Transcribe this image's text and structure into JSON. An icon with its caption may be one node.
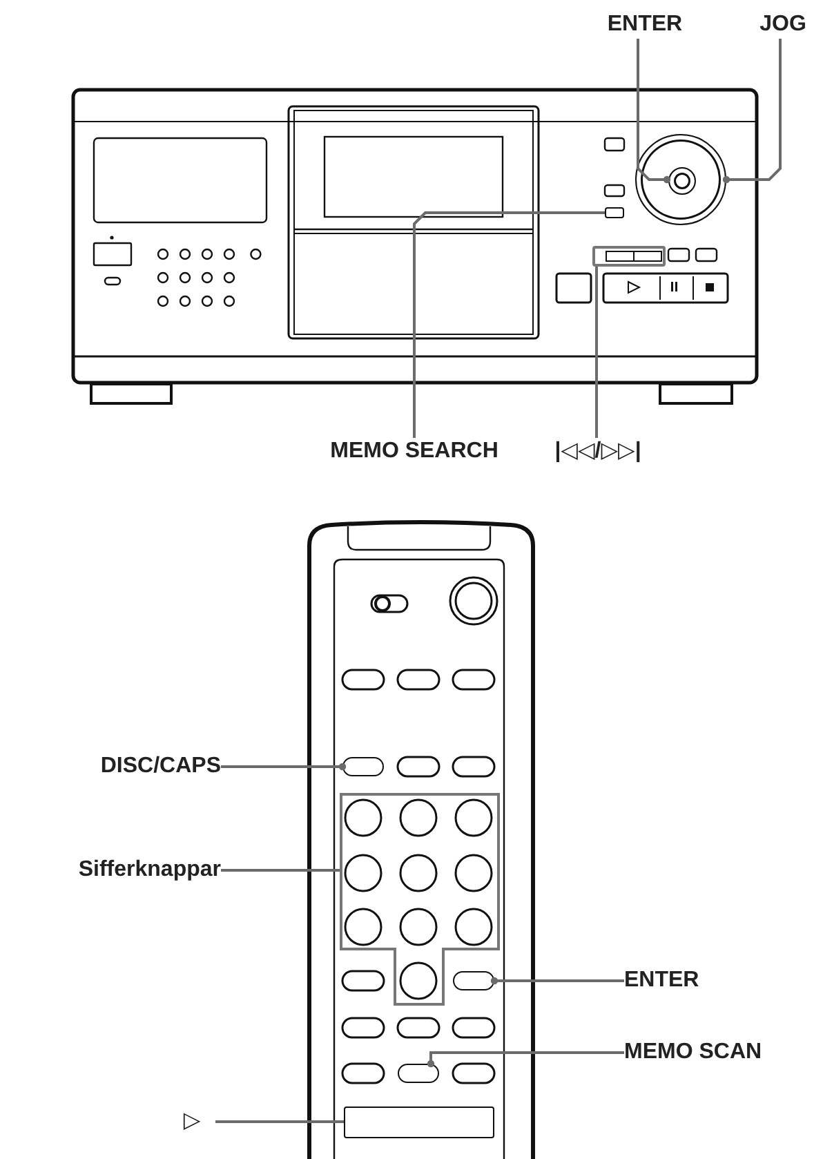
{
  "diagram": {
    "nodes": [
      {
        "text": [
          "ENTER"
        ]
      },
      {
        "text": [
          "JOG"
        ]
      },
      {
        "text": [],
        "shape": "circle"
      },
      {
        "text": [],
        "shape": "circle",
        "in": 2
      },
      {
        "text": [],
        "shape": "box"
      },
      {
        "text": [],
        "shape": "box"
      },
      {
        "text": [
          "MEMO SEARCH"
        ]
      },
      {
        "text": [
          "|◁◁/▷▷|"
        ]
      },
      {
        "text": [
          "DISC/CAPS"
        ]
      },
      {
        "text": [],
        "shape": "oval"
      },
      {
        "text": [
          "Sifferknappar"
        ]
      },
      {
        "text": [],
        "shape": "box"
      },
      {
        "text": [
          "ENTER"
        ]
      },
      {
        "text": [],
        "shape": "oval"
      },
      {
        "text": [
          "MEMO SCAN"
        ]
      },
      {
        "text": [],
        "shape": "oval"
      },
      {
        "text": [
          "▷"
        ]
      },
      {
        "text": [],
        "shape": "box"
      }
    ],
    "edges": [
      {
        "from": 0,
        "to": 3,
        "arrow": "other"
      },
      {
        "from": 1,
        "to": 2,
        "arrow": "other"
      },
      {
        "from": 6,
        "to": 4,
        "arrow": "none"
      },
      {
        "from": 7,
        "to": 5,
        "arrow": "none"
      },
      {
        "from": 8,
        "to": 9,
        "arrow": "other"
      },
      {
        "from": 10,
        "to": 11,
        "arrow": "none"
      },
      {
        "from": 12,
        "to": 13,
        "arrow": "other"
      },
      {
        "from": 14,
        "to": 15,
        "arrow": "other"
      },
      {
        "from": 16,
        "to": 17,
        "arrow": "none"
      }
    ]
  }
}
